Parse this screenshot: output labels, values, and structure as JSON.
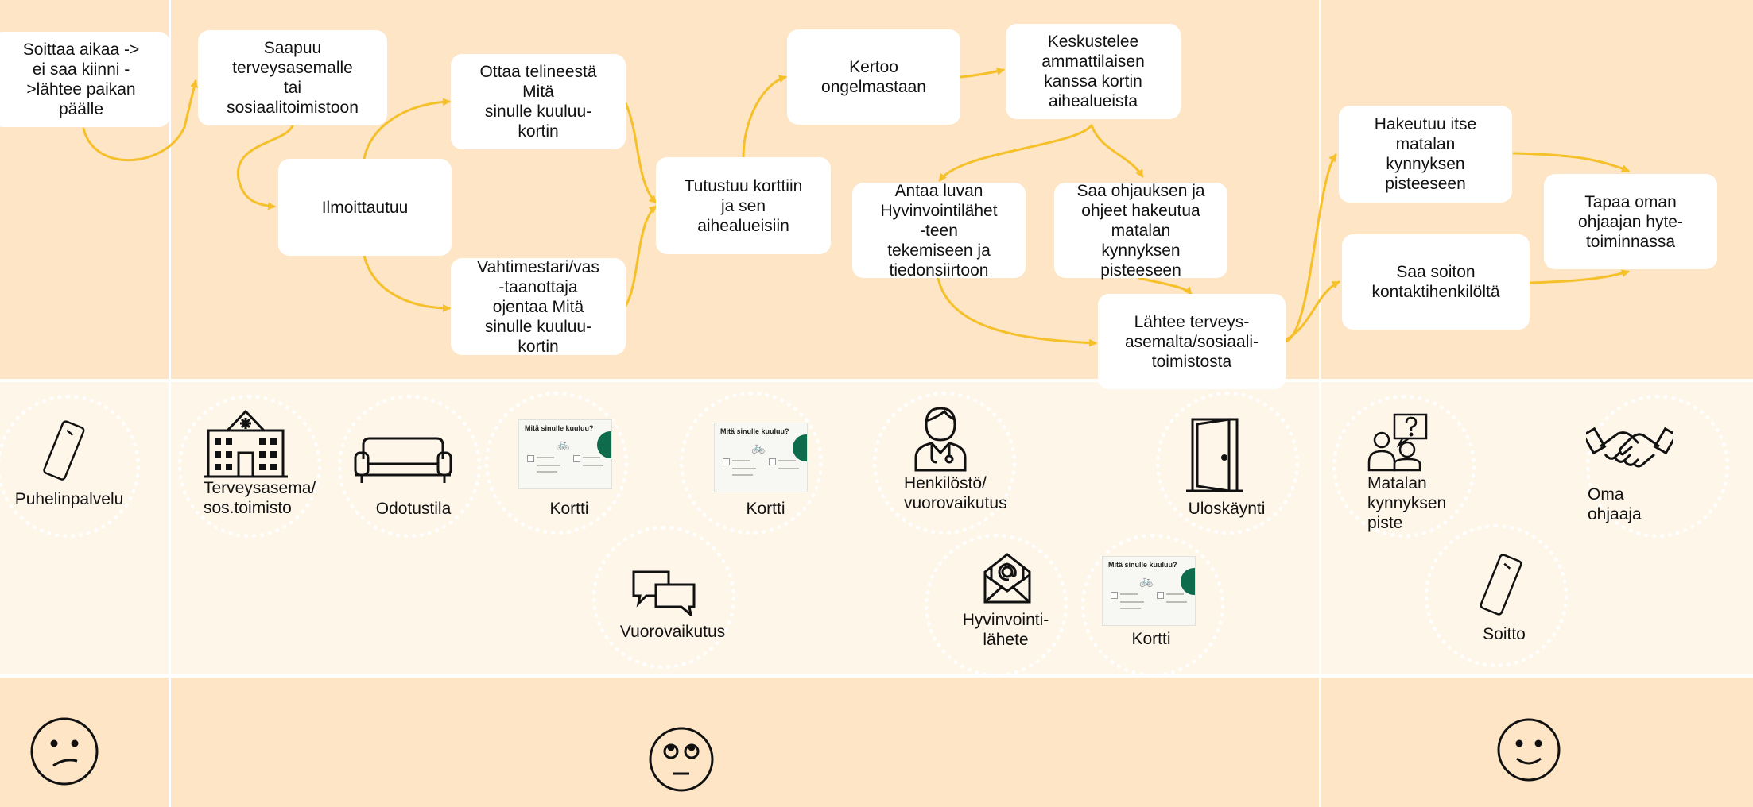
{
  "colors": {
    "band_top": "#fde5c6",
    "band_middle": "#fff6ea",
    "band_bottom": "#fde5c6",
    "flow_arrow": "#f6c02a",
    "box_fill": "#ffffff",
    "card_accent": "#0e6b4c"
  },
  "steps": {
    "s1": "Soittaa aikaa ->\nei saa kiinni -\n>lähtee paikan\npäälle",
    "s2": "Saapuu\nterveysasemalle\ntai\nsosiaalitoimistoon",
    "s3": "Ilmoittautuu",
    "s4": "Ottaa telineestä\nMitä\nsinulle kuuluu-\nkortin",
    "s5": "Vahtimestari/vas\n-taanottaja\nojentaa Mitä\nsinulle kuuluu-\nkortin",
    "s6": "Tutustuu korttiin\nja sen\naihealueisiin",
    "s7": "Kertoo\nongelmastaan",
    "s8": "Keskustelee\nammattilaisen\nkanssa kortin\naihealueista",
    "s9": "Antaa luvan\nHyvinvointilähet\n-teen\ntekemiseen ja\ntiedonsiirtoon",
    "s10": "Saa ohjauksen ja\nohjeet hakeutua\nmatalan\nkynnyksen\npisteeseen",
    "s11": "Lähtee terveys-\nasemalta/sosiaali-\ntoimistosta",
    "s12": "Hakeutuu itse\nmatalan\nkynnyksen\npisteeseen",
    "s13": "Saa soiton\nkontaktihenkilöltä",
    "s14": "Tapaa oman\nohjaajan hyte-\ntoiminnassa"
  },
  "touchpoints": {
    "puhelinpalvelu": {
      "label": "Puhelinpalvelu",
      "icon": "smartphone-icon"
    },
    "terveysasema": {
      "label": "Terveysasema/\nsos.toimisto",
      "icon": "health-station-icon"
    },
    "odotustila": {
      "label": "Odotustila",
      "icon": "sofa-icon"
    },
    "kortti1": {
      "label": "Kortti",
      "icon": "card-thumbnail"
    },
    "kortti2": {
      "label": "Kortti",
      "icon": "card-thumbnail"
    },
    "vuorovaikutus": {
      "label": "Vuorovaikutus",
      "icon": "chat-bubbles-icon"
    },
    "henkilosto": {
      "label": "Henkilöstö/\nvuorovaikutus",
      "icon": "doctor-icon"
    },
    "hyvinvointilahete": {
      "label": "Hyvinvointi-\nlähete",
      "icon": "email-envelope-icon"
    },
    "kortti3": {
      "label": "Kortti",
      "icon": "card-thumbnail"
    },
    "uloskaynti": {
      "label": "Uloskäynti",
      "icon": "door-icon"
    },
    "matalan_kynnyksen_piste": {
      "label": "Matalan\nkynnyksen\npiste",
      "icon": "people-question-icon"
    },
    "oma_ohjaaja": {
      "label": "Oma\nohjaaja",
      "icon": "handshake-icon"
    },
    "soitto": {
      "label": "Soitto",
      "icon": "smartphone-icon"
    }
  },
  "card": {
    "title": "Mitä sinulle kuuluu?"
  },
  "emotions": {
    "phase1": "sad-face-icon",
    "phase2": "eye-roll-face-icon",
    "phase3": "smile-face-icon"
  }
}
